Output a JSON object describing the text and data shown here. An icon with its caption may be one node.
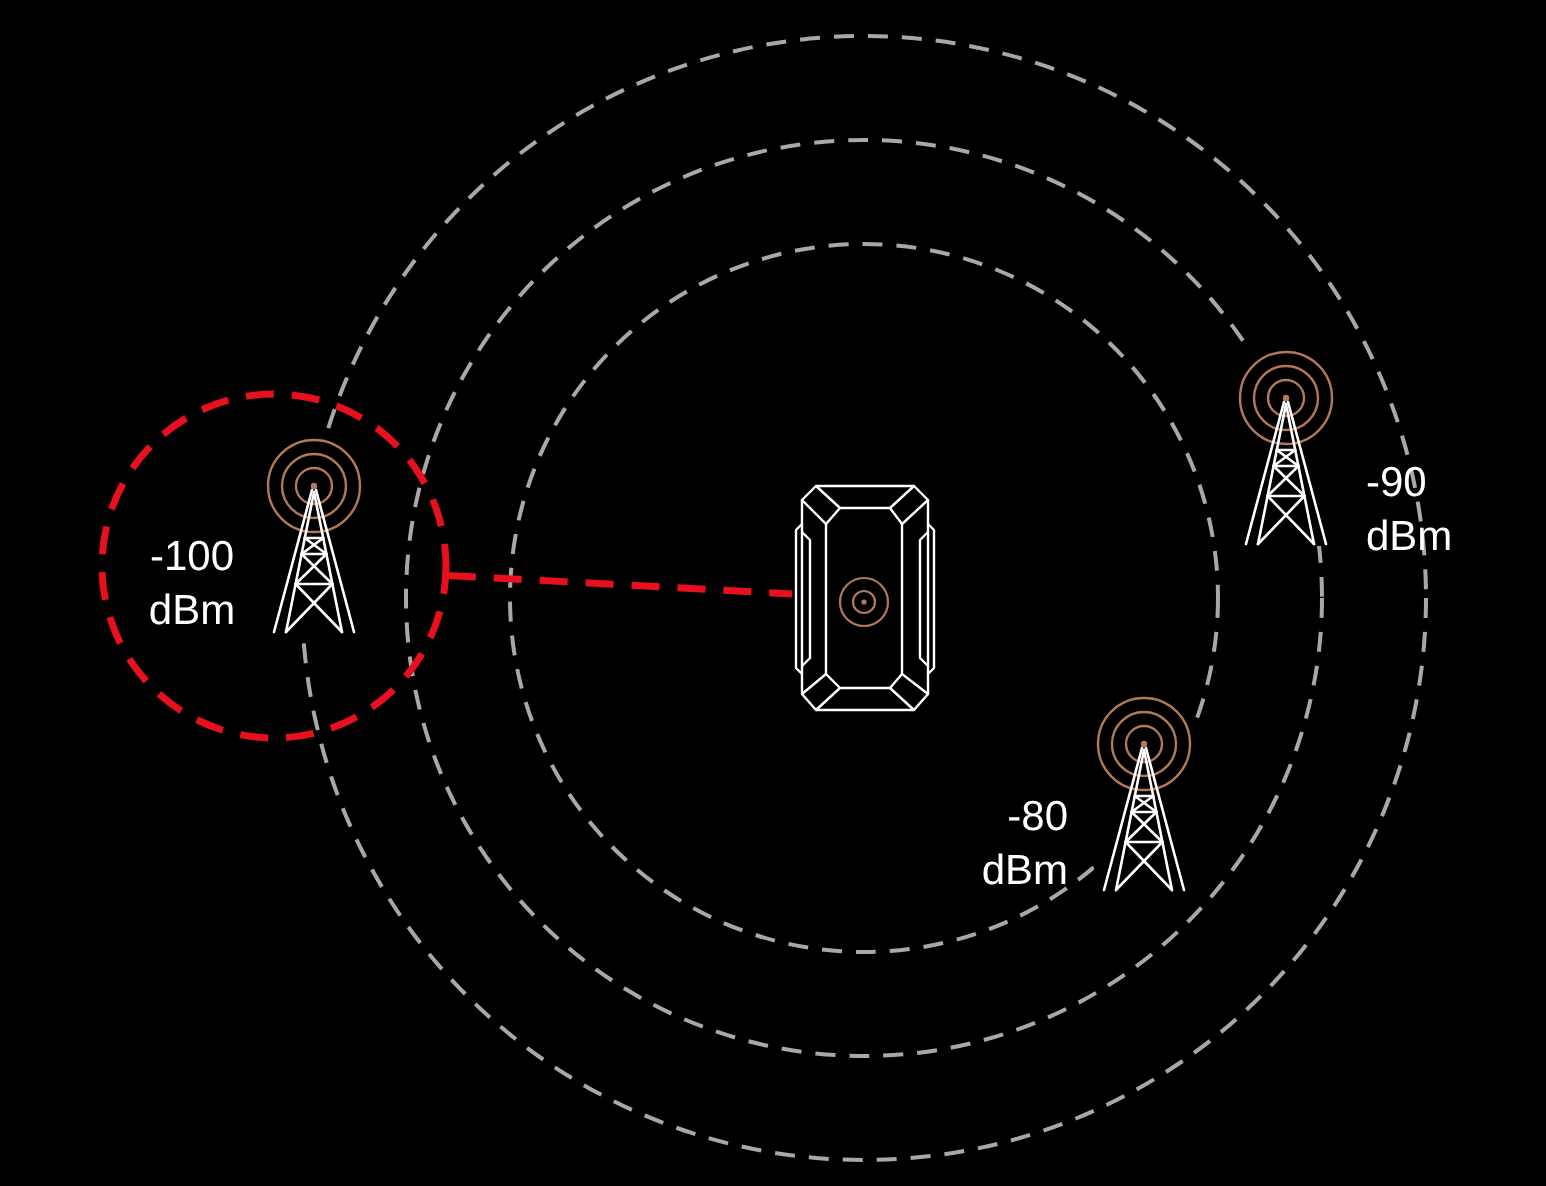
{
  "diagram": {
    "nodes": [
      {
        "text": [],
        "shape": "circle"
      },
      {
        "text": [],
        "shape": "picture",
        "in": 0,
        "beside": [
          "-100 dBm"
        ]
      },
      {
        "text": [],
        "shape": "picture",
        "beside": [
          "-90 dBm"
        ]
      },
      {
        "text": [],
        "shape": "picture",
        "beside": [
          "-80 dBm"
        ]
      },
      {
        "text": [],
        "shape": "picture"
      }
    ],
    "edges": [
      {
        "from": 0,
        "to": 4,
        "arrow": "none",
        "style": "dashed",
        "color": "#e8101e"
      }
    ]
  }
}
